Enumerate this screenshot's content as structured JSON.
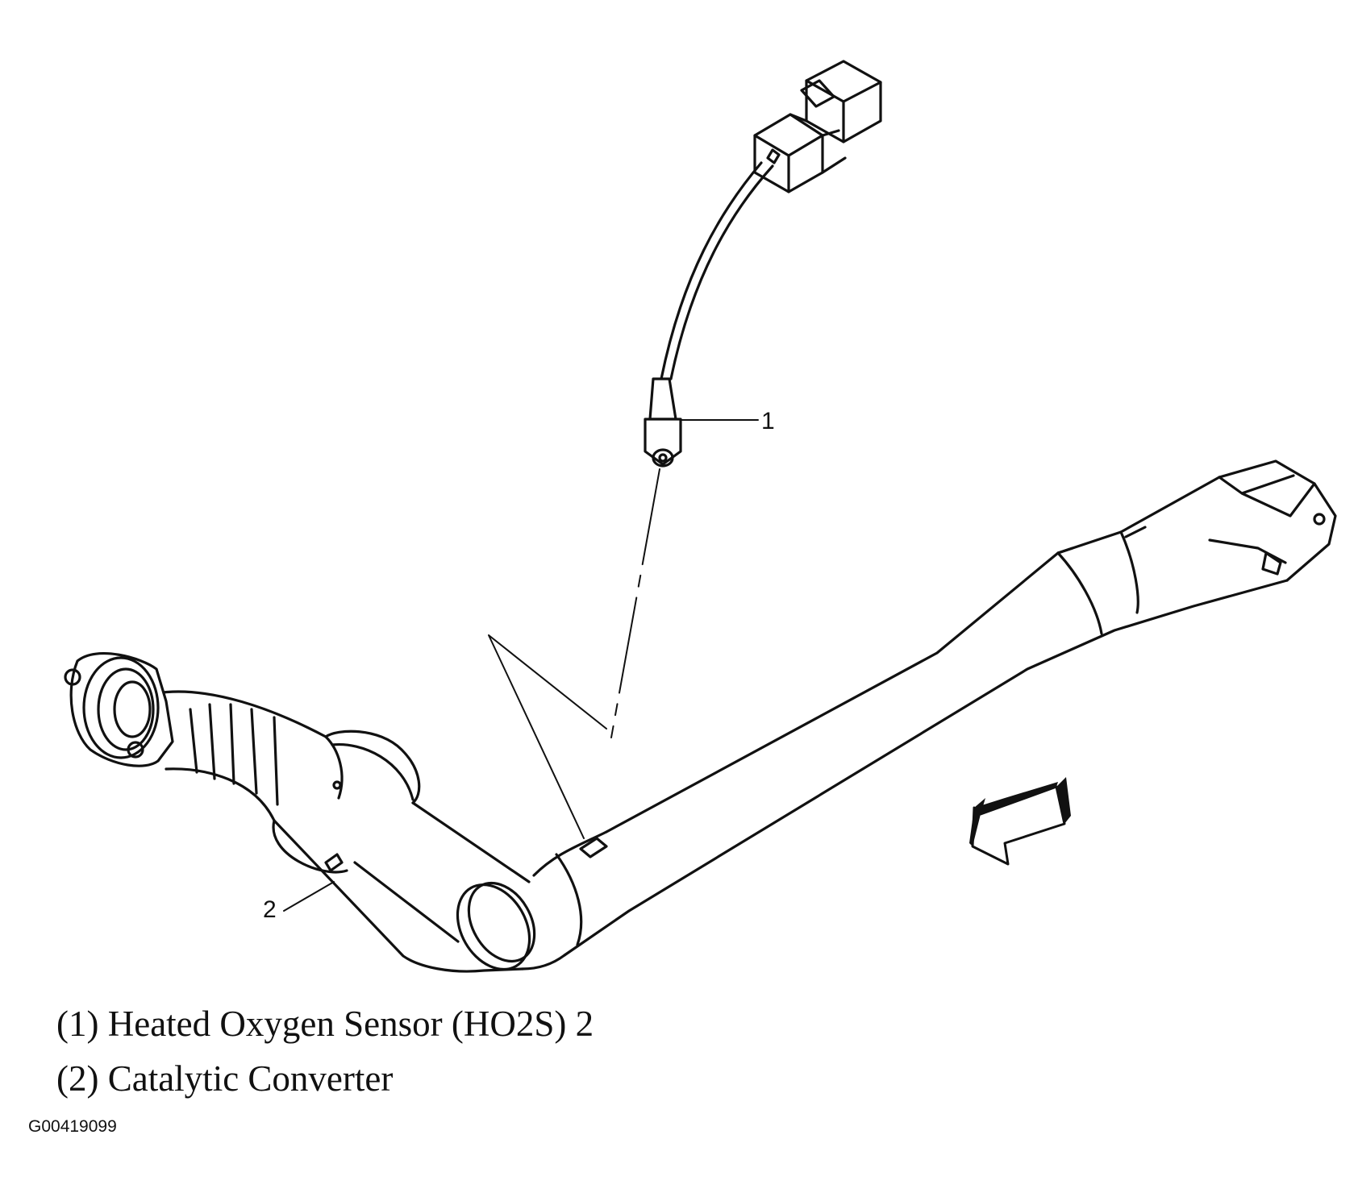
{
  "callouts": {
    "one": "1",
    "two": "2"
  },
  "legend": [
    "(1) Heated Oxygen Sensor (HO2S) 2",
    "(2) Catalytic Converter"
  ],
  "figure_id": "G00419099",
  "icons": {
    "direction_arrow": "front-direction-arrow-icon"
  },
  "colors": {
    "ink": "#111111",
    "background": "#ffffff"
  }
}
